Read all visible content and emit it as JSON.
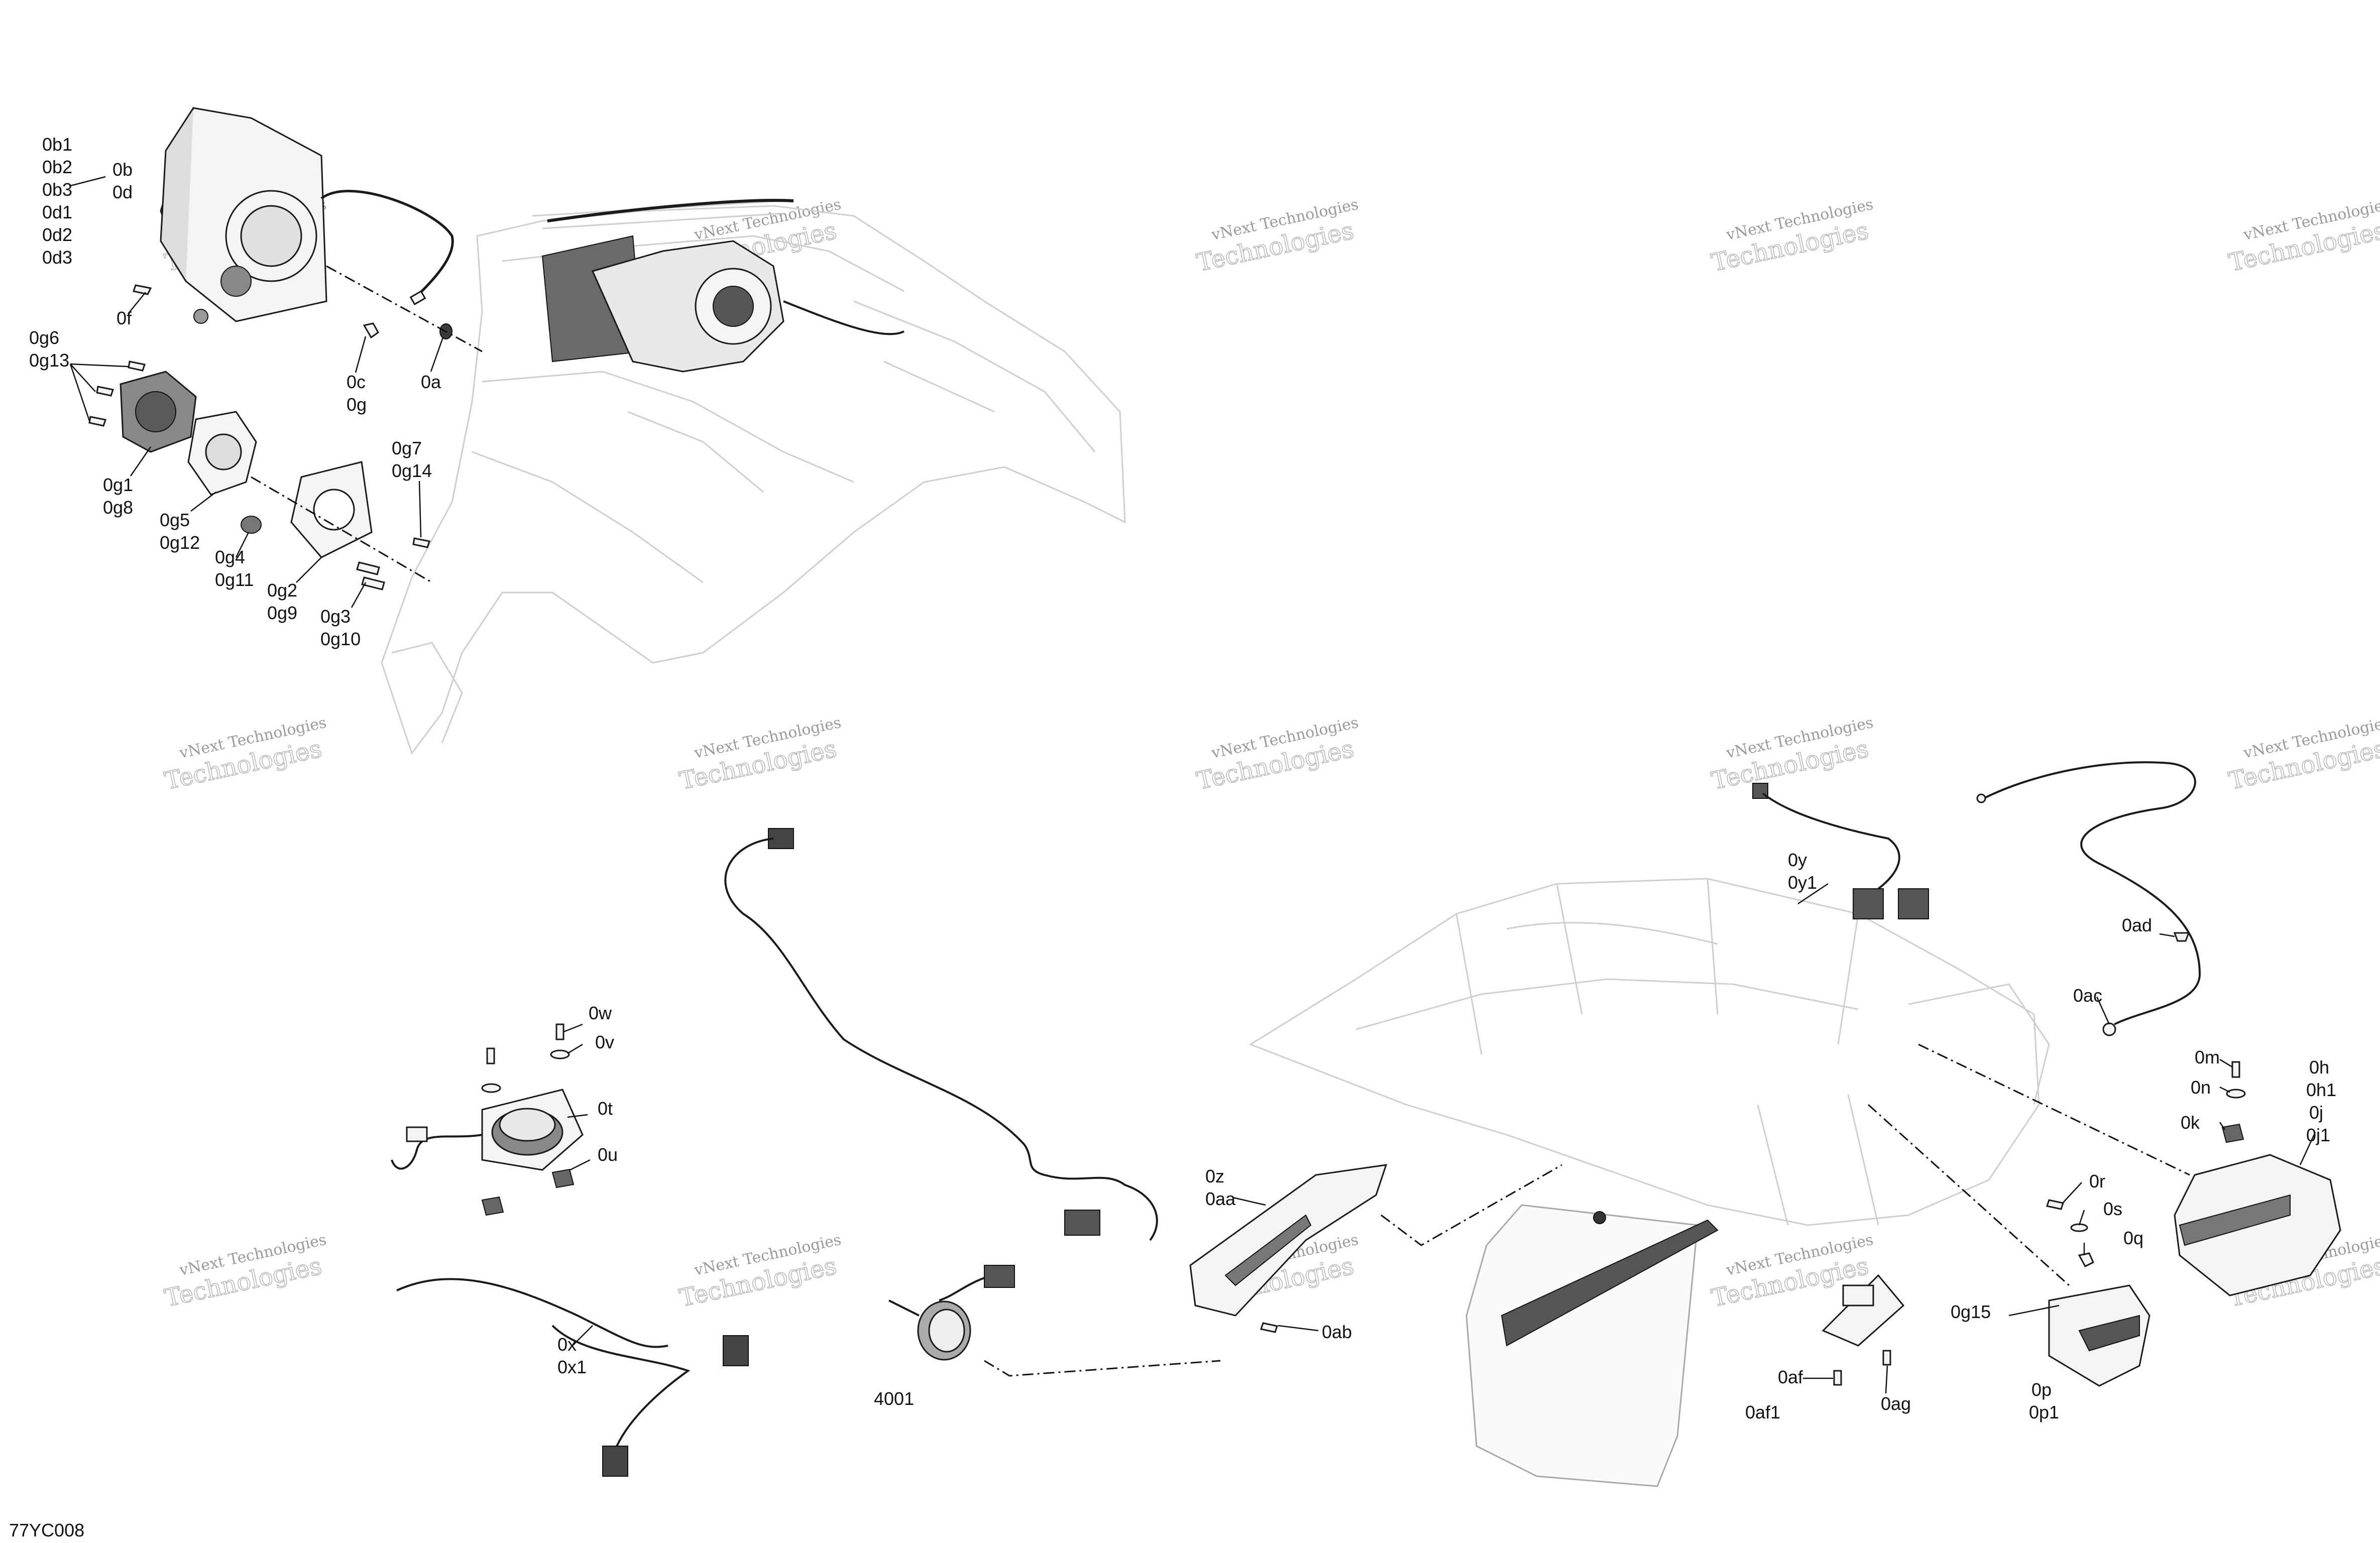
{
  "diagram_id": "77YC008",
  "watermark": {
    "line1": "vNext Technologies",
    "line2": "Technologies"
  },
  "labels": {
    "b1": "0b1",
    "b2": "0b2",
    "b3": "0b3",
    "d1": "0d1",
    "d2": "0d2",
    "d3": "0d3",
    "b": "0b",
    "d": "0d",
    "f": "0f",
    "c": "0c",
    "g": "0g",
    "a": "0a",
    "g6": "0g6",
    "g13": "0g13",
    "g1": "0g1",
    "g8": "0g8",
    "g5": "0g5",
    "g12": "0g12",
    "g4": "0g4",
    "g11": "0g11",
    "g2": "0g2",
    "g9": "0g9",
    "g3": "0g3",
    "g10": "0g10",
    "g7": "0g7",
    "g14": "0g14",
    "w": "0w",
    "v": "0v",
    "t": "0t",
    "u": "0u",
    "x": "0x",
    "x1": "0x1",
    "n4001": "4001",
    "z": "0z",
    "aa": "0aa",
    "ab": "0ab",
    "y": "0y",
    "y1": "0y1",
    "ad": "0ad",
    "ac": "0ac",
    "m": "0m",
    "n": "0n",
    "k": "0k",
    "h": "0h",
    "h1": "0h1",
    "j": "0j",
    "j1": "0j1",
    "r": "0r",
    "s": "0s",
    "q": "0q",
    "g15": "0g15",
    "p": "0p",
    "p1": "0p1",
    "af": "0af",
    "af1": "0af1",
    "ag": "0ag"
  }
}
